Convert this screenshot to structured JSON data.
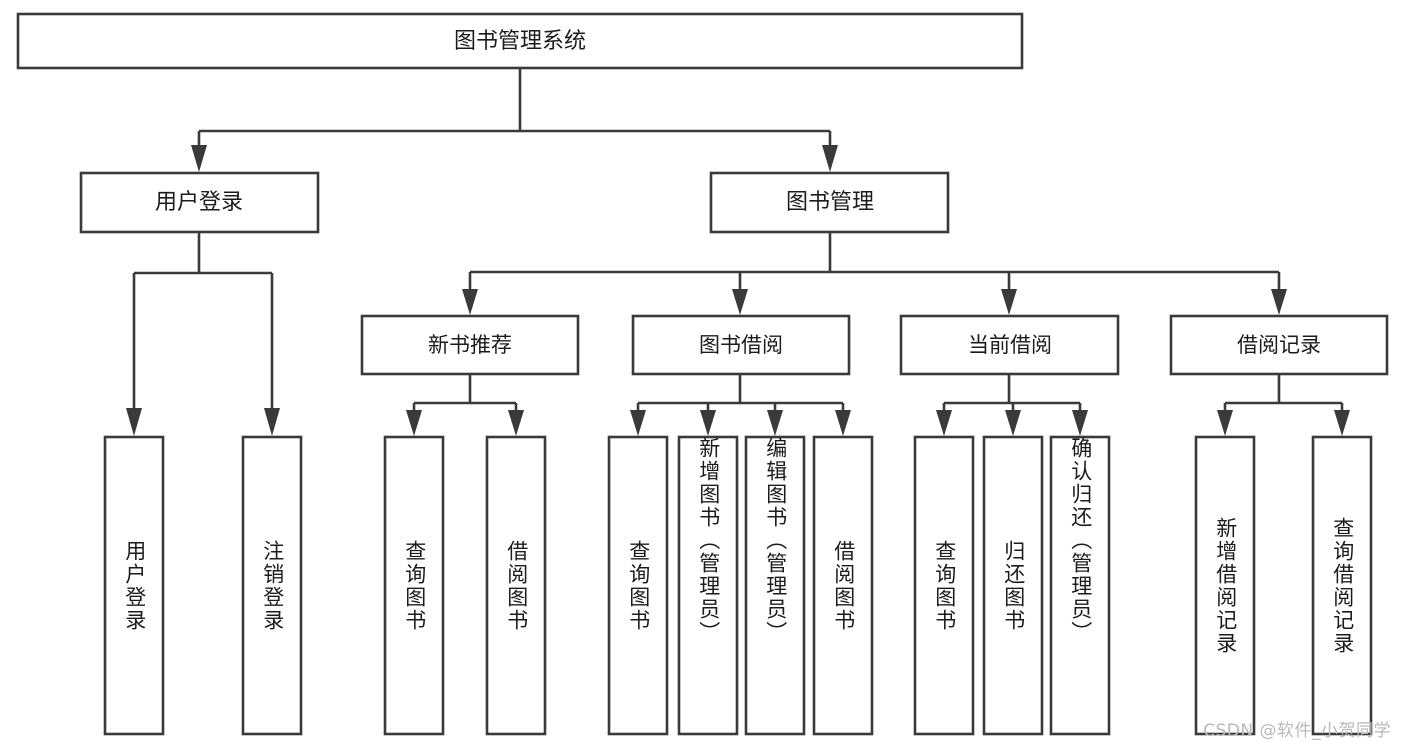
{
  "diagram": {
    "type": "tree",
    "title": "图书管理系统",
    "root": {
      "id": "root",
      "label": "图书管理系统"
    },
    "level2": [
      {
        "id": "user-login",
        "label": "用户登录"
      },
      {
        "id": "book-manage",
        "label": "图书管理"
      }
    ],
    "level3": [
      {
        "id": "new-book-recommend",
        "label": "新书推荐",
        "parent": "book-manage"
      },
      {
        "id": "book-borrow",
        "label": "图书借阅",
        "parent": "book-manage"
      },
      {
        "id": "current-borrow",
        "label": "当前借阅",
        "parent": "book-manage"
      },
      {
        "id": "borrow-record",
        "label": "借阅记录",
        "parent": "book-manage"
      }
    ],
    "leaves": {
      "user-login": [
        {
          "id": "leaf-user-login",
          "label": "用户登录"
        },
        {
          "id": "leaf-logout",
          "label": "注销登录"
        }
      ],
      "new-book-recommend": [
        {
          "id": "leaf-query-book-1",
          "label": "查询图书"
        },
        {
          "id": "leaf-borrow-book-1",
          "label": "借阅图书"
        }
      ],
      "book-borrow": [
        {
          "id": "leaf-query-book-2",
          "label": "查询图书"
        },
        {
          "id": "leaf-add-book",
          "label": "新增图书（管理员）"
        },
        {
          "id": "leaf-edit-book",
          "label": "编辑图书（管理员）"
        },
        {
          "id": "leaf-borrow-book-2",
          "label": "借阅图书"
        }
      ],
      "current-borrow": [
        {
          "id": "leaf-query-book-3",
          "label": "查询图书"
        },
        {
          "id": "leaf-return-book",
          "label": "归还图书"
        },
        {
          "id": "leaf-confirm-return",
          "label": "确认归还（管理员）"
        }
      ],
      "borrow-record": [
        {
          "id": "leaf-add-record",
          "label": "新增借阅记录"
        },
        {
          "id": "leaf-query-record",
          "label": "查询借阅记录"
        }
      ]
    }
  },
  "watermark": {
    "text": "CSDN @软件_小贺同学"
  },
  "colors": {
    "stroke": "#3a3a3a",
    "fill": "#ffffff",
    "text": "#1c1c1c",
    "watermark": "#b9b9b9"
  }
}
